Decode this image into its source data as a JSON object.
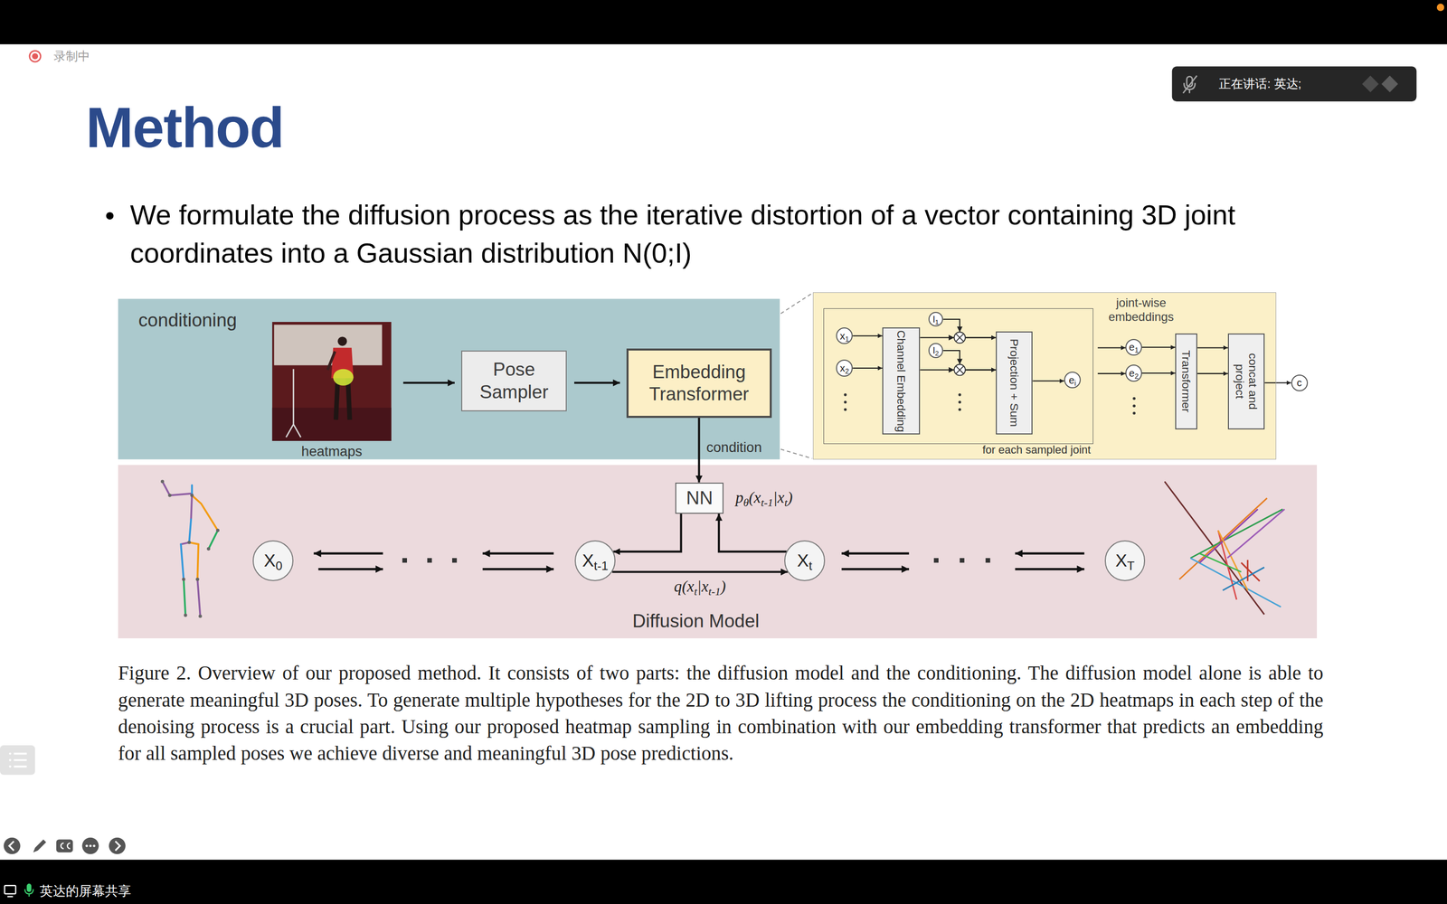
{
  "diagram": {
    "title": "Method",
    "caption": "Figure 2. Overview of our proposed method. It consists of two parts: the diffusion model and the conditioning. The diffusion model alone is able to generate meaningful 3D poses. To generate multiple hypotheses for the 2D to 3D lifting process the conditioning on the 2D heatmaps in each step of the denoising process is a crucial part. Using our proposed heatmap sampling in combination with our embedding transformer that predicts an embedding for all sampled poses we achieve diverse and meaningful 3D pose predictions.",
    "nodes": [
      {
        "text": [
          "正在讲话: 英达;"
        ]
      },
      {
        "text": [
          "conditioning"
        ]
      },
      {
        "text": [
          "heatmaps"
        ],
        "in": 1
      },
      {
        "text": [
          "Pose Sampler"
        ],
        "in": 1
      },
      {
        "text": [
          "Embedding Transformer"
        ],
        "in": 1
      },
      {
        "text": [
          "joint-wise embeddings"
        ]
      },
      {
        "text": [
          "for each sampled joint"
        ],
        "in": 5
      },
      {
        "text": [
          "x1"
        ],
        "in": 6
      },
      {
        "text": [
          "x2"
        ],
        "in": 6
      },
      {
        "text": [
          "Channel Embedding"
        ],
        "in": 6
      },
      {
        "text": [
          "l1"
        ],
        "in": 6
      },
      {
        "text": [
          "l2"
        ],
        "in": 6
      },
      {
        "text": [
          "Projection + Sum"
        ],
        "in": 6
      },
      {
        "text": [
          "ei"
        ],
        "in": 6
      },
      {
        "text": [
          "e1"
        ],
        "in": 5
      },
      {
        "text": [
          "e2"
        ],
        "in": 5
      },
      {
        "text": [
          "Transformer"
        ],
        "in": 5
      },
      {
        "text": [
          "concat and project"
        ],
        "in": 5
      },
      {
        "text": [
          "c"
        ]
      },
      {
        "text": [
          "Diffusion Model"
        ]
      },
      {
        "text": [
          "NN"
        ],
        "in": 19
      },
      {
        "text": [
          "X0"
        ],
        "in": 19
      },
      {
        "text": [
          "Xt-1"
        ],
        "in": 19
      },
      {
        "text": [
          "Xt"
        ],
        "in": 19
      },
      {
        "text": [
          "XT"
        ],
        "in": 19
      },
      {
        "text": [
          "英达的屏幕共享"
        ]
      }
    ],
    "edges": [
      {
        "from": 2,
        "to": 3,
        "arrow": "to"
      },
      {
        "from": 3,
        "to": 4,
        "arrow": "to"
      },
      {
        "from": 4,
        "to": 20,
        "label": "condition",
        "arrow": "to"
      },
      {
        "from": 7,
        "to": 9,
        "arrow": "to"
      },
      {
        "from": 8,
        "to": 9,
        "arrow": "to"
      },
      {
        "from": 9,
        "to": 12,
        "arrow": "to"
      },
      {
        "from": 9,
        "to": 12,
        "arrow": "to"
      },
      {
        "from": 10,
        "to": 12,
        "arrow": "to"
      },
      {
        "from": 11,
        "to": 12,
        "arrow": "to"
      },
      {
        "from": 12,
        "to": 13,
        "arrow": "to"
      },
      {
        "from": 6,
        "to": 14,
        "arrow": "to"
      },
      {
        "from": 6,
        "to": 15,
        "arrow": "to"
      },
      {
        "from": 14,
        "to": 16,
        "arrow": "to"
      },
      {
        "from": 15,
        "to": 16,
        "arrow": "to"
      },
      {
        "from": 16,
        "to": 17,
        "arrow": "to"
      },
      {
        "from": 16,
        "to": 17,
        "arrow": "to"
      },
      {
        "from": 17,
        "to": 18,
        "arrow": "to"
      },
      {
        "from": 23,
        "to": 20,
        "arrow": "to"
      },
      {
        "from": 20,
        "to": 22,
        "arrow": "to"
      },
      {
        "from": 22,
        "to": 23,
        "label": "q(xt|xt-1)",
        "arrow": "to"
      }
    ],
    "labels": [
      "录制中",
      "We formulate the diffusion process as the iterative distortion of a vector containing 3D joint coordinates into a Gaussian distribution N(0;I)",
      "pθ(xt-1|xt)"
    ]
  }
}
